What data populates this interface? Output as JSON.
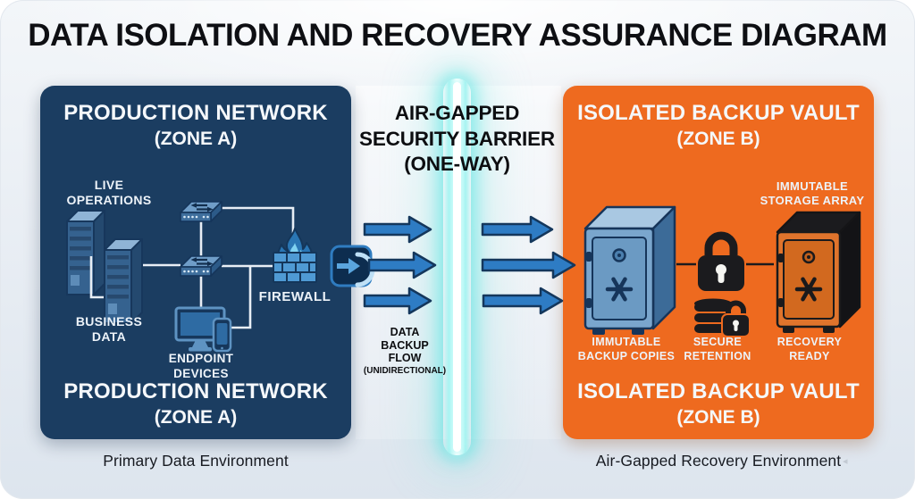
{
  "title": "DATA ISOLATION AND RECOVERY ASSURANCE DIAGRAM",
  "zone_a": {
    "header_lines": [
      "PRODUCTION NETWORK",
      "(ZONE A)"
    ],
    "footer_lines": [
      "PRODUCTION NETWORK",
      "(ZONE A)"
    ],
    "live_operations_lines": [
      "LIVE",
      "OPERATIONS"
    ],
    "business_data_lines": [
      "BUSINESS",
      "DATA"
    ],
    "firewall_label": "FIREWALL",
    "endpoint_devices_lines": [
      "ENDPOINT",
      "DEVICES"
    ],
    "caption": "Primary Data Environment"
  },
  "barrier": {
    "title_lines": [
      "AIR-GAPPED",
      "SECURITY BARRIER",
      "(ONE-WAY)"
    ],
    "flow_lines": [
      "DATA",
      "BACKUP",
      "FLOW",
      "(UNIDIRECTIONAL)"
    ]
  },
  "zone_b": {
    "header_lines": [
      "ISOLATED BACKUP VAULT",
      "(ZONE B)"
    ],
    "footer_lines": [
      "ISOLATED BACKUP VAULT",
      "(ZONE B)"
    ],
    "storage_array_lines": [
      "IMMUTABLE",
      "STORAGE ARRAY"
    ],
    "backup_copies_lines": [
      "IMMUTABLE",
      "BACKUP COPIES"
    ],
    "secure_retention_lines": [
      "SECURE",
      "RETENTION"
    ],
    "recovery_ready_lines": [
      "RECOVERY",
      "READY"
    ],
    "caption": "Air-Gapped Recovery Environment"
  },
  "artifacts": {
    "corner_glyph": "◂"
  },
  "icons": {
    "server_towers": "two-isometric-server-towers",
    "network_switch": "ethernet-switch-with-bidirectional-arrows",
    "firewall": "brick-wall-with-flame",
    "endpoint_devices": "monitor-and-smartphone",
    "export_gateway": "arrow-into-bracket-badge",
    "flow_arrow": "thick-right-arrow",
    "backup_vault": "blue-isometric-safe",
    "padlock": "black-padlock",
    "secure_retention": "database-stack-with-padlock",
    "storage_array": "orange-black-isometric-safe"
  },
  "colors": {
    "zone_a_bg": "#1b3d61",
    "zone_b_bg": "#ee6a1f",
    "arrow_fill": "#2e7cc4",
    "arrow_stroke": "#14375c",
    "barrier_glow": "#52e9e6",
    "connector": "#e8eef5",
    "title_color": "#0e0f13"
  }
}
